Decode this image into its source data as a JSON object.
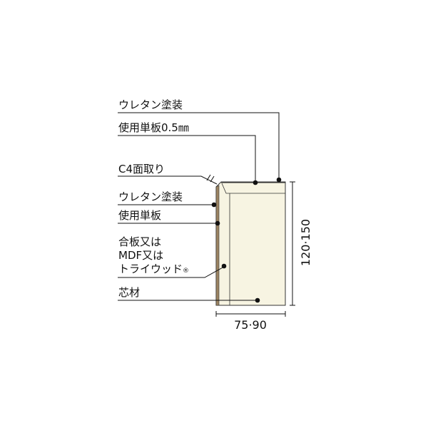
{
  "labels": {
    "urethane_top": "ウレタン塗装",
    "veneer_top": "使用単板0.5㎜",
    "chamfer": "C4面取り",
    "urethane_side": "ウレタン塗装",
    "veneer_side": "使用単板",
    "substrate_line1": "合板又は",
    "substrate_line2": "MDF又は",
    "substrate_line3": "トライウッド",
    "substrate_mark": "®",
    "core": "芯材"
  },
  "dimensions": {
    "height": "120·150",
    "width": "75·90"
  },
  "colors": {
    "core_fill": "#f7f4e2",
    "veneer": "#9c8462",
    "line": "#111111"
  }
}
